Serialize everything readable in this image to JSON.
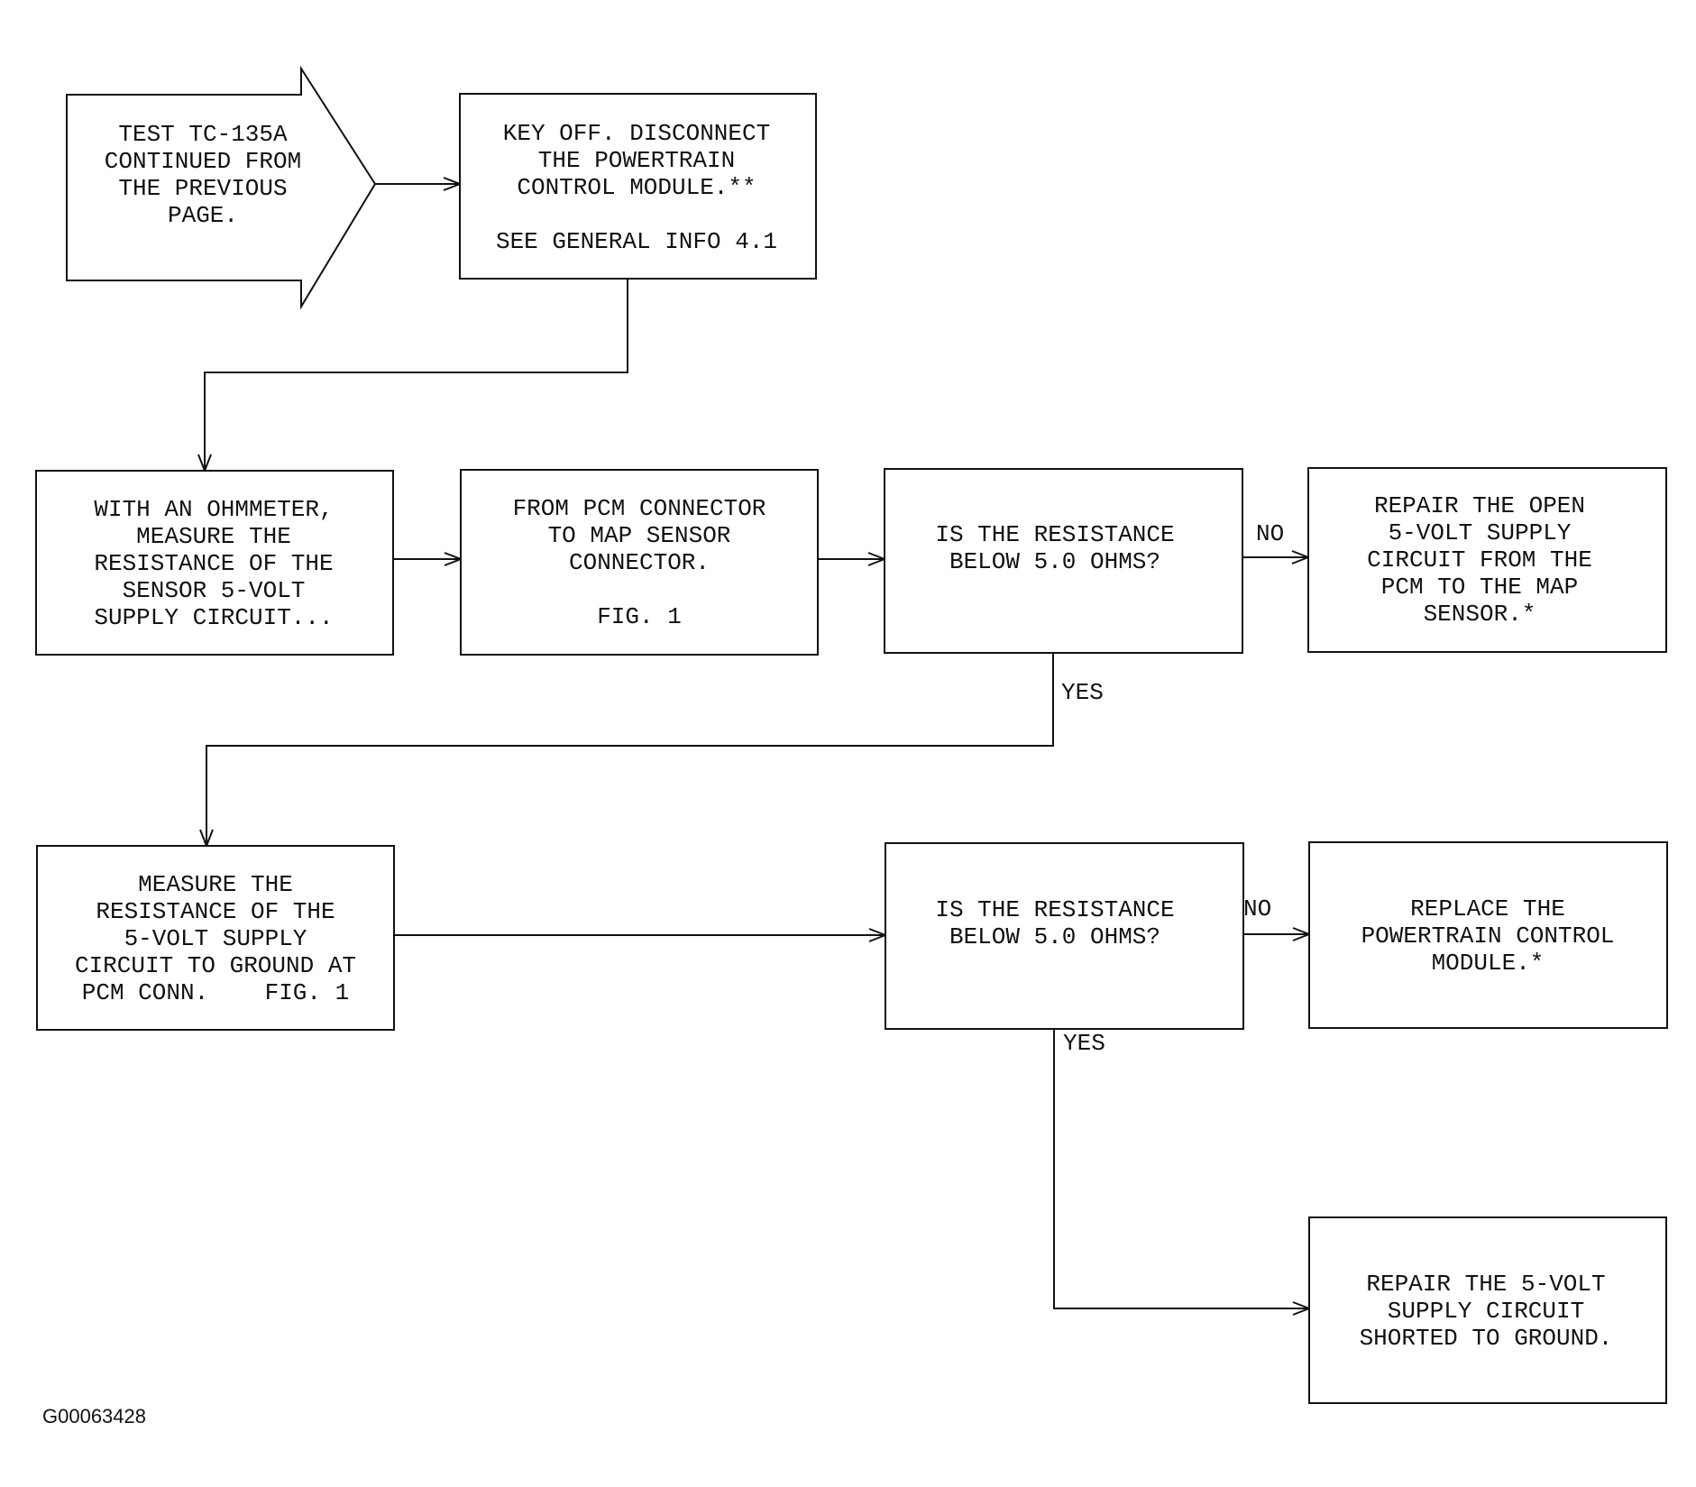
{
  "diagram": {
    "figure_id": "G00063428",
    "nodes": {
      "start": [
        "TEST TC-135A",
        "CONTINUED FROM",
        "THE PREVIOUS",
        "PAGE."
      ],
      "key_off": [
        "KEY OFF. DISCONNECT",
        "THE POWERTRAIN",
        "CONTROL MODULE.**",
        "",
        "SEE GENERAL INFO 4.1"
      ],
      "measure_supply": [
        "WITH AN OHMMETER,",
        "MEASURE THE",
        "RESISTANCE OF THE",
        "SENSOR 5-VOLT",
        "SUPPLY CIRCUIT..."
      ],
      "from_pcm": [
        "FROM PCM CONNECTOR",
        "TO MAP SENSOR",
        "CONNECTOR.",
        "",
        "FIG. 1"
      ],
      "decision_1": [
        "IS THE RESISTANCE",
        "BELOW 5.0 OHMS?"
      ],
      "repair_open": [
        "REPAIR THE OPEN",
        "5-VOLT SUPPLY",
        "CIRCUIT FROM THE",
        "PCM TO THE MAP",
        "SENSOR.*"
      ],
      "measure_ground": [
        "MEASURE THE",
        "RESISTANCE OF THE",
        "5-VOLT SUPPLY",
        "CIRCUIT TO GROUND AT",
        "PCM CONN.    FIG. 1"
      ],
      "decision_2": [
        "IS THE RESISTANCE",
        "BELOW 5.0 OHMS?"
      ],
      "replace_pcm": [
        "REPLACE THE",
        "POWERTRAIN CONTROL",
        "MODULE.*"
      ],
      "repair_short": [
        "REPAIR THE 5-VOLT",
        "SUPPLY CIRCUIT",
        "SHORTED TO GROUND."
      ]
    },
    "edge_labels": {
      "d1_no": "NO",
      "d1_yes": "YES",
      "d2_no": "NO",
      "d2_yes": "YES"
    }
  }
}
